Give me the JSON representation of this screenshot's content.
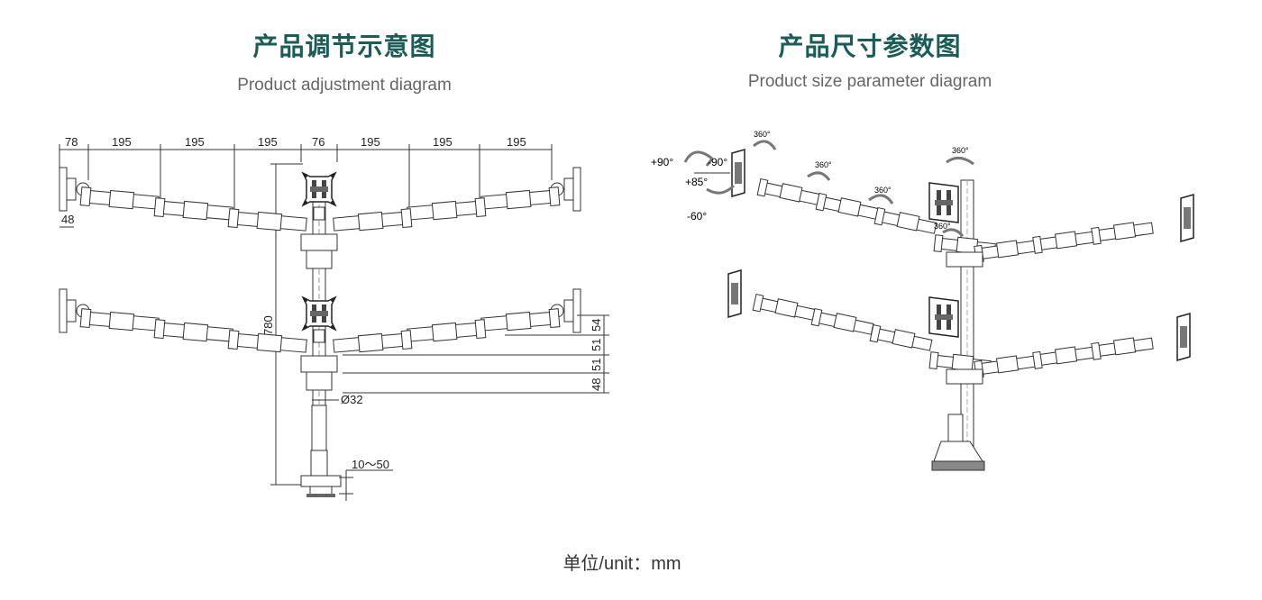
{
  "left": {
    "title": "产品调节示意图",
    "subtitle": "Product adjustment diagram",
    "dims_top": [
      "78",
      "195",
      "195",
      "195",
      "76",
      "195",
      "195",
      "195"
    ],
    "dim_48": "48",
    "dim_780": "780",
    "dim_diameter": "Ø32",
    "dim_clamp": "10～50",
    "dims_right": [
      "54",
      "51",
      "51",
      "48"
    ]
  },
  "right": {
    "title": "产品尺寸参数图",
    "subtitle": "Product size parameter diagram",
    "angles": {
      "plus90": "+90°",
      "minus90": "-90°",
      "plus85": "+85°",
      "minus60": "-60°",
      "rot1": "360°",
      "rot2": "360°",
      "rot3": "360°",
      "rot4": "360°",
      "rot5": "360°"
    }
  },
  "footer": {
    "unit_label": "单位/unit：mm"
  },
  "colors": {
    "heading": "#1a5d57",
    "line": "#333333"
  }
}
